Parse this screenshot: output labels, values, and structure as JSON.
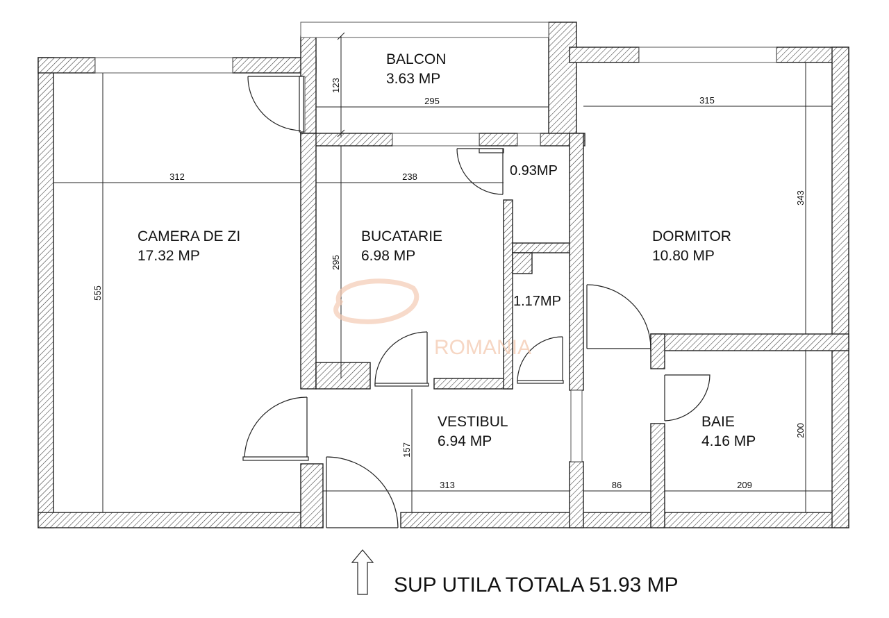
{
  "rooms": {
    "balcon": {
      "name": "BALCON",
      "area": "3.63 MP"
    },
    "camera": {
      "name": "CAMERA DE ZI",
      "area": "17.32 MP"
    },
    "bucatarie": {
      "name": "BUCATARIE",
      "area": "6.98 MP"
    },
    "dormitor": {
      "name": "DORMITOR",
      "area": "10.80 MP"
    },
    "vestibul": {
      "name": "VESTIBUL",
      "area": "6.94 MP"
    },
    "baie": {
      "name": "BAIE",
      "area": "4.16 MP"
    },
    "closet_upper": {
      "area": "0.93MP"
    },
    "closet_lower": {
      "area": "1.17MP"
    }
  },
  "dimensions": {
    "balcon_depth": "123",
    "balcon_width": "295",
    "dormitor_width": "315",
    "dormitor_depth": "343",
    "camera_width": "312",
    "camera_depth": "555",
    "bucatarie_width": "238",
    "bucatarie_depth": "295",
    "vestibul_depth": "157",
    "vestibul_width": "313",
    "passage_width": "86",
    "baie_width": "209",
    "baie_depth": "200"
  },
  "watermark": {
    "text": "ROMANIA"
  },
  "footer": {
    "total": "SUP UTILA TOTALA 51.93 MP"
  }
}
